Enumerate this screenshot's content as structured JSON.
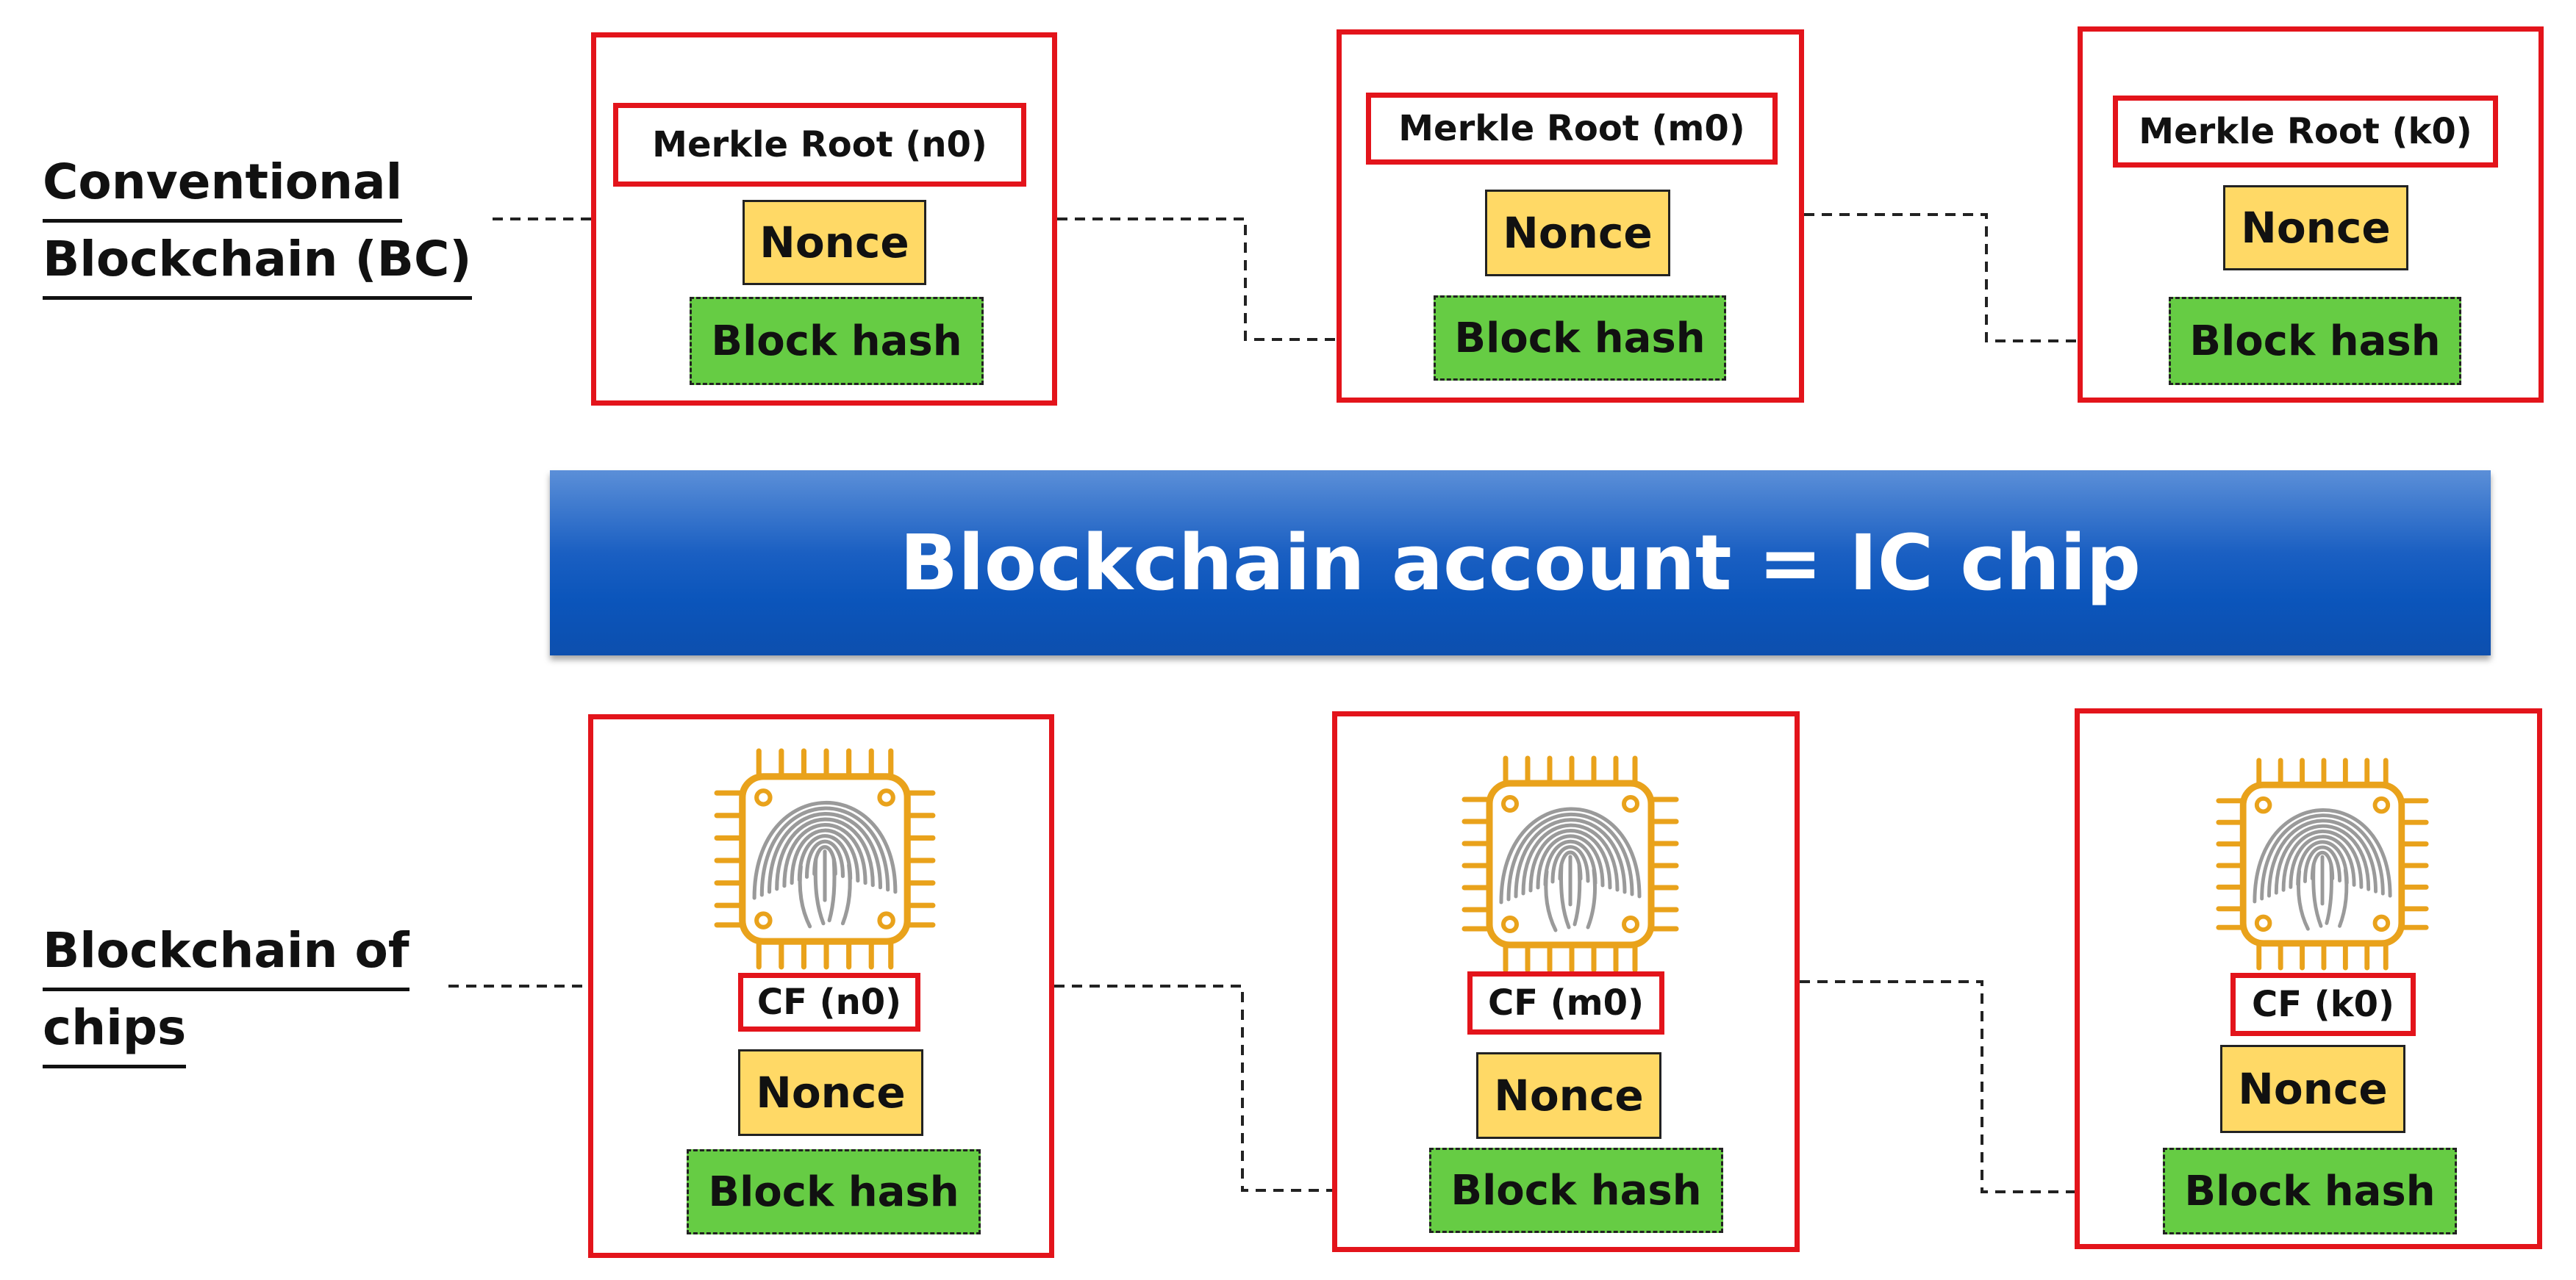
{
  "rows": {
    "conventional": {
      "label_line1": "Conventional",
      "label_line2": "Blockchain (BC)"
    },
    "chips": {
      "label_line1": "Blockchain of",
      "label_line2": "chips"
    }
  },
  "banner": {
    "text": "Blockchain account = IC chip"
  },
  "top_blocks": [
    {
      "merkle": "Merkle Root (n0)",
      "nonce": "Nonce",
      "hash": "Block hash"
    },
    {
      "merkle": "Merkle Root (m0)",
      "nonce": "Nonce",
      "hash": "Block hash"
    },
    {
      "merkle": "Merkle Root (k0)",
      "nonce": "Nonce",
      "hash": "Block hash"
    }
  ],
  "bottom_blocks": [
    {
      "cf": "CF (n0)",
      "nonce": "Nonce",
      "hash": "Block hash",
      "icon": "fingerprint-chip-icon"
    },
    {
      "cf": "CF (m0)",
      "nonce": "Nonce",
      "hash": "Block hash",
      "icon": "fingerprint-chip-icon"
    },
    {
      "cf": "CF (k0)",
      "nonce": "Nonce",
      "hash": "Block hash",
      "icon": "fingerprint-chip-icon"
    }
  ],
  "colors": {
    "frame_red": "#e3141b",
    "nonce_yellow": "#ffd966",
    "hash_green": "#66cc44",
    "banner_blue": "#0b55bb",
    "chip_orange": "#e9a21b",
    "fingerprint_gray": "#9a9a9a"
  }
}
